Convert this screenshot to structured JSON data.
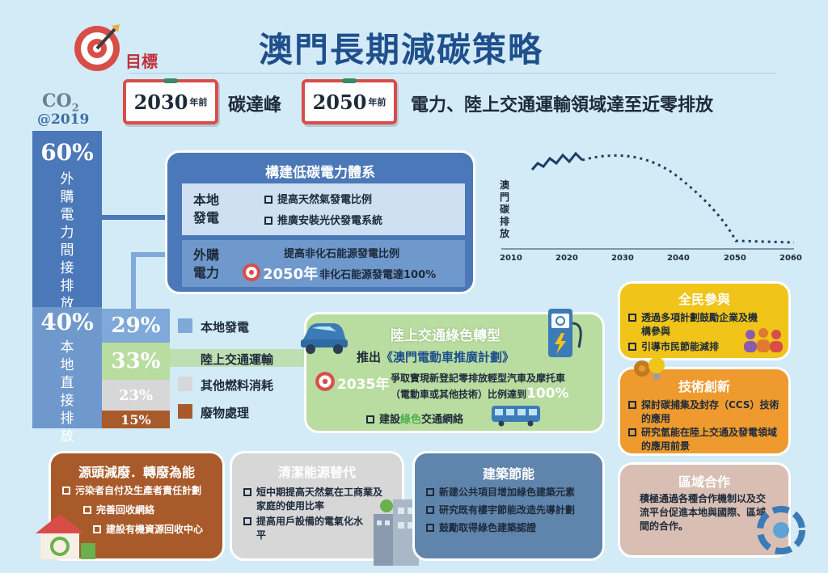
{
  "header": {
    "goal_label": "目標",
    "title": "澳門長期減碳策略",
    "target1_year": "2030",
    "target1_suffix": "年前",
    "target1_text": "碳達峰",
    "target2_year": "2050",
    "target2_suffix": "年前",
    "target2_text": "電力、陸上交通運輸領域達至近零排放"
  },
  "left_bar": {
    "co2_label": "CO",
    "co2_sub": "2",
    "co2_year": "@2019",
    "top_pct": "60%",
    "top_label": [
      "外",
      "購",
      "電",
      "力",
      "間",
      "接",
      "排",
      "放"
    ],
    "bottom_pct": "40%",
    "bottom_label": [
      "本",
      "地",
      "直",
      "接",
      "排",
      "放"
    ]
  },
  "breakdown": {
    "segments": [
      {
        "pct": "29%",
        "label": "本地發電",
        "color": "#7fa9d9"
      },
      {
        "pct": "33%",
        "label": "陸上交通運輸",
        "color": "#b9dca0"
      },
      {
        "pct": "23%",
        "label": "其他燃料消耗",
        "color": "#d7d7d7"
      },
      {
        "pct": "15%",
        "label": "廢物處理",
        "color": "#a85a2a"
      }
    ]
  },
  "power_panel": {
    "title": "構建低碳電力體系",
    "local_label": "本地\n發電",
    "local_items": [
      "提高天然氣發電比例",
      "推廣安裝光伏發電系統"
    ],
    "ext_label": "外購\n電力",
    "ext_line1": "提高非化石能源發電比例",
    "ext_year": "2050年",
    "ext_line2": "非化石能源發電達100%"
  },
  "chart": {
    "ylabel": [
      "澳",
      "門",
      "碳",
      "排",
      "放"
    ],
    "x_ticks": [
      "2010",
      "2020",
      "2030",
      "2040",
      "2050",
      "2060"
    ]
  },
  "transport_panel": {
    "title": "陸上交通綠色轉型",
    "push_prefix": "推出",
    "push_plan": "《澳門電動車推廣計劃》",
    "year": "2035年",
    "goal_line1": "爭取實現新登記零排放輕型汽車及摩托車",
    "goal_line2_pre": "（電動車或其他技術）比例達到",
    "goal_pct": "100%",
    "network_pre": "建設",
    "network_green": "綠色",
    "network_post": "交通網絡"
  },
  "public_panel": {
    "title": "全民參與",
    "items": [
      "透過多項計劃鼓勵企業及機構參與",
      "引導市民節能減排"
    ]
  },
  "tech_panel": {
    "title": "技術創新",
    "items": [
      "探討碳捕集及封存（CCS）技術的應用",
      "研究氫能在陸上交通及發電領域的應用前景"
    ]
  },
  "region_panel": {
    "title": "區域合作",
    "text": "積極通過各種合作機制以及交流平台促進本地與國際、區域間的合作。"
  },
  "waste_panel": {
    "title": "源頭減廢．轉廢為能",
    "items": [
      "污染者自付及生產者責任計劃",
      "完善回收網絡",
      "建設有機資源回收中心"
    ]
  },
  "clean_panel": {
    "title": "清潔能源替代",
    "items": [
      "短中期提高天然氣在工商業及家庭的使用比率",
      "提高用戶設備的電氣化水平"
    ]
  },
  "building_panel": {
    "title": "建築節能",
    "items": [
      "新建公共項目增加綠色建築元素",
      "研究既有樓宇節能改造先導計劃",
      "鼓勵取得綠色建築認證"
    ]
  }
}
